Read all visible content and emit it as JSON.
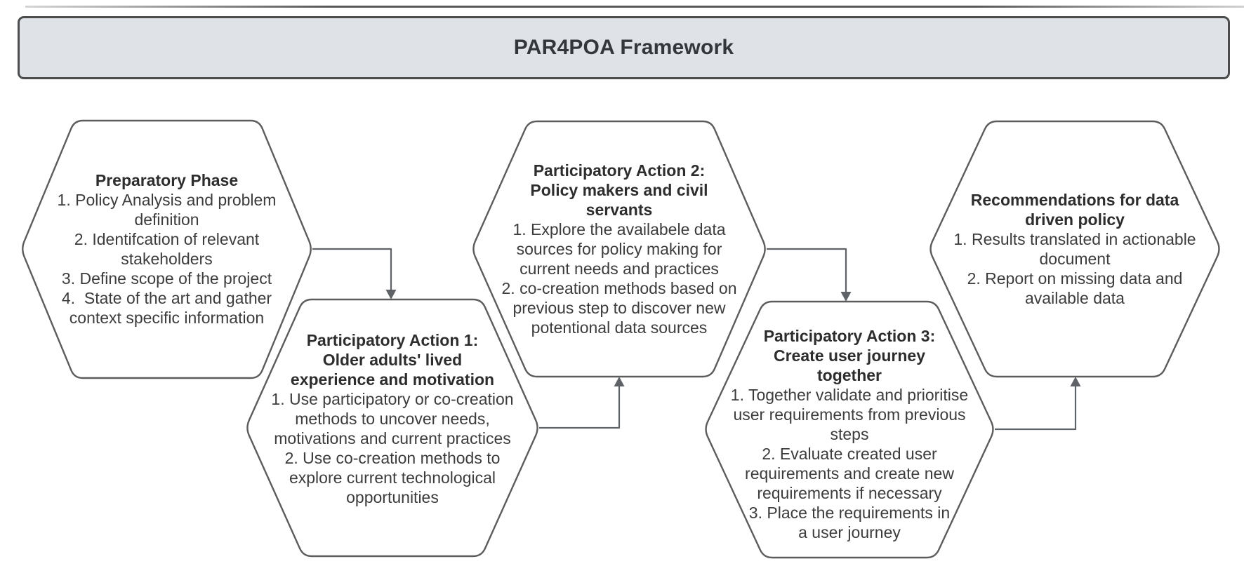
{
  "header": {
    "title": "PAR4POA Framework"
  },
  "hexagons": [
    {
      "name": "preparatory-phase",
      "title": "Preparatory Phase",
      "items": [
        "1. Policy Analysis and problem\ndefinition",
        "2. Identifcation of relevant\nstakeholders",
        "3. Define scope of the project",
        "4.  State of the art and gather\ncontext specific information"
      ]
    },
    {
      "name": "participatory-action-1",
      "title": "Participatory Action 1:\nOlder adults' lived\nexperience and motivation",
      "items": [
        "1. Use participatory or co-creation\nmethods to uncover needs,\nmotivations and current practices",
        "2. Use co-creation methods to\nexplore current technological\nopportunities"
      ]
    },
    {
      "name": "participatory-action-2",
      "title": "Participatory Action 2:\nPolicy makers and civil\nservants",
      "items": [
        "1. Explore the availabele data\nsources for policy making for\ncurrent needs and practices",
        "2. co-creation methods based on\nprevious step to discover new\npotentional data sources"
      ]
    },
    {
      "name": "participatory-action-3",
      "title": "Participatory Action 3:\nCreate user journey\ntogether",
      "items": [
        "1. Together validate and prioritise\nuser requirements from previous\nsteps",
        "2. Evaluate created user\nrequirements and create new\nrequirements if necessary",
        "3. Place the requirements in\na user journey"
      ]
    },
    {
      "name": "recommendations-for-data-driven-policy",
      "title": "Recommendations for data\ndriven policy",
      "items": [
        "1. Results translated in actionable\ndocument",
        "2. Report on missing data and\navailable data"
      ]
    }
  ],
  "colors": {
    "header_fill": "#dfe2e6",
    "header_border": "#4c4c4c",
    "hex_border": "#5c5c5c",
    "arrow": "#5f6368",
    "text": "#3c3c3c"
  }
}
